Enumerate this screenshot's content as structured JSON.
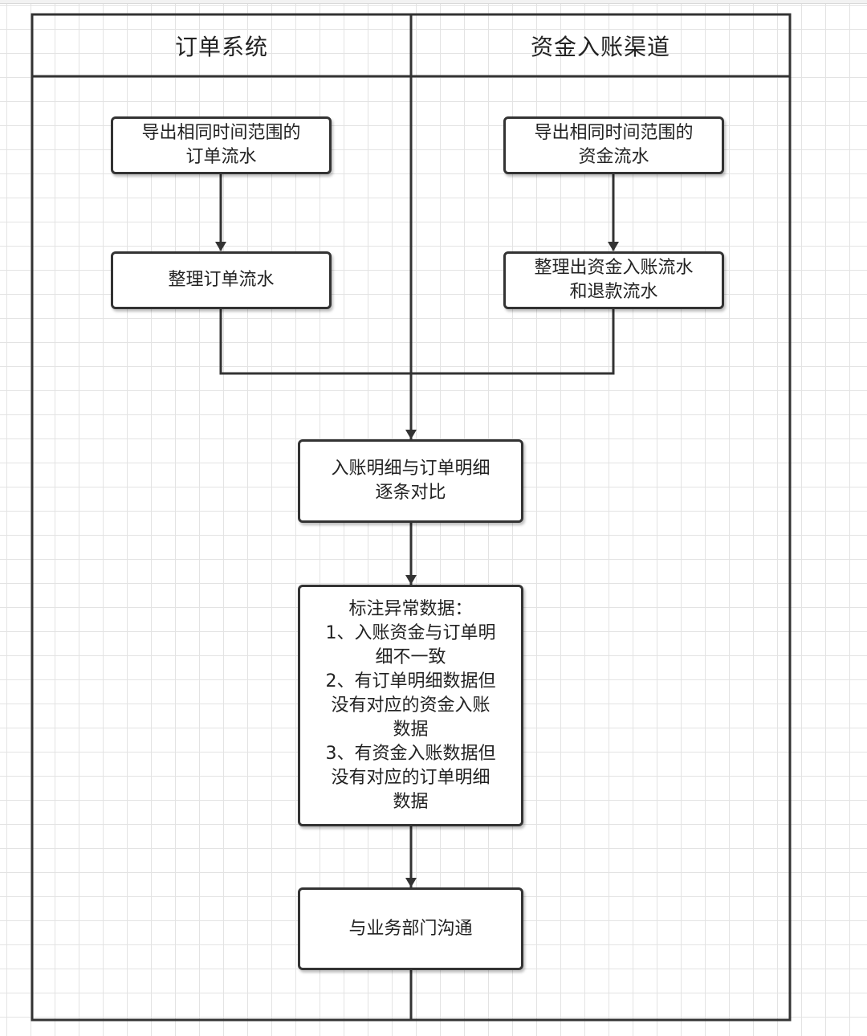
{
  "lanes": [
    {
      "title": "订单系统"
    },
    {
      "title": "资金入账渠道"
    }
  ],
  "nodes": {
    "export_order": {
      "lines": [
        "导出相同时间范围的",
        "订单流水"
      ]
    },
    "export_fund": {
      "lines": [
        "导出相同时间范围的",
        "资金流水"
      ]
    },
    "sort_order": {
      "lines": [
        "整理订单流水"
      ]
    },
    "sort_fund": {
      "lines": [
        "整理出资金入账流水",
        "和退款流水"
      ]
    },
    "compare": {
      "lines": [
        "入账明细与订单明细",
        "逐条对比"
      ]
    },
    "mark_abnormal": {
      "lines": [
        "标注异常数据：",
        "1、入账资金与订单明",
        "细不一致",
        "2、有订单明细数据但",
        "没有对应的资金入账",
        "数据",
        "3、有资金入账数据但",
        "没有对应的订单明细",
        "数据"
      ]
    },
    "communicate": {
      "lines": [
        "与业务部门沟通"
      ]
    }
  },
  "colors": {
    "stroke": "#333333",
    "grid": "#e3e3e3",
    "background": "#ffffff"
  }
}
